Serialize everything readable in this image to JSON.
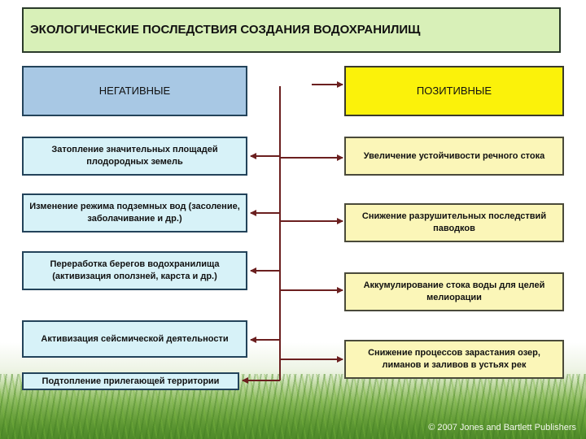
{
  "title": "ЭКОЛОГИЧЕСКИЕ ПОСЛЕДСТВИЯ СОЗДАНИЯ ВОДОХРАНИЛИЩ",
  "negative": {
    "header": "НЕГАТИВНЫЕ",
    "items": [
      "Затопление значительных площадей плодородных земель",
      "Изменение режима подземных вод (засоление, заболачивание и др.)",
      "Переработка берегов водохранилища (активизация оползней, карста и др.)",
      "Активизация сейсмической деятельности",
      "Подтопление прилегающей территории"
    ]
  },
  "positive": {
    "header": "ПОЗИТИВНЫЕ",
    "items": [
      "Увеличение устойчивости речного стока",
      "Снижение разрушительных последствий паводков",
      "Аккумулирование стока воды для целей мелиорации",
      "Снижение процессов зарастания озер, лиманов и заливов в устьях рек"
    ]
  },
  "watermark": "© 2007 Jones and Bartlett Publishers",
  "colors": {
    "title_bg": "#d8f0b8",
    "negative_header_bg": "#a8c8e4",
    "positive_header_bg": "#fbf20a",
    "negative_item_bg": "#d7f2f8",
    "positive_item_bg": "#fbf6b8",
    "connector": "#6b1f1f"
  }
}
